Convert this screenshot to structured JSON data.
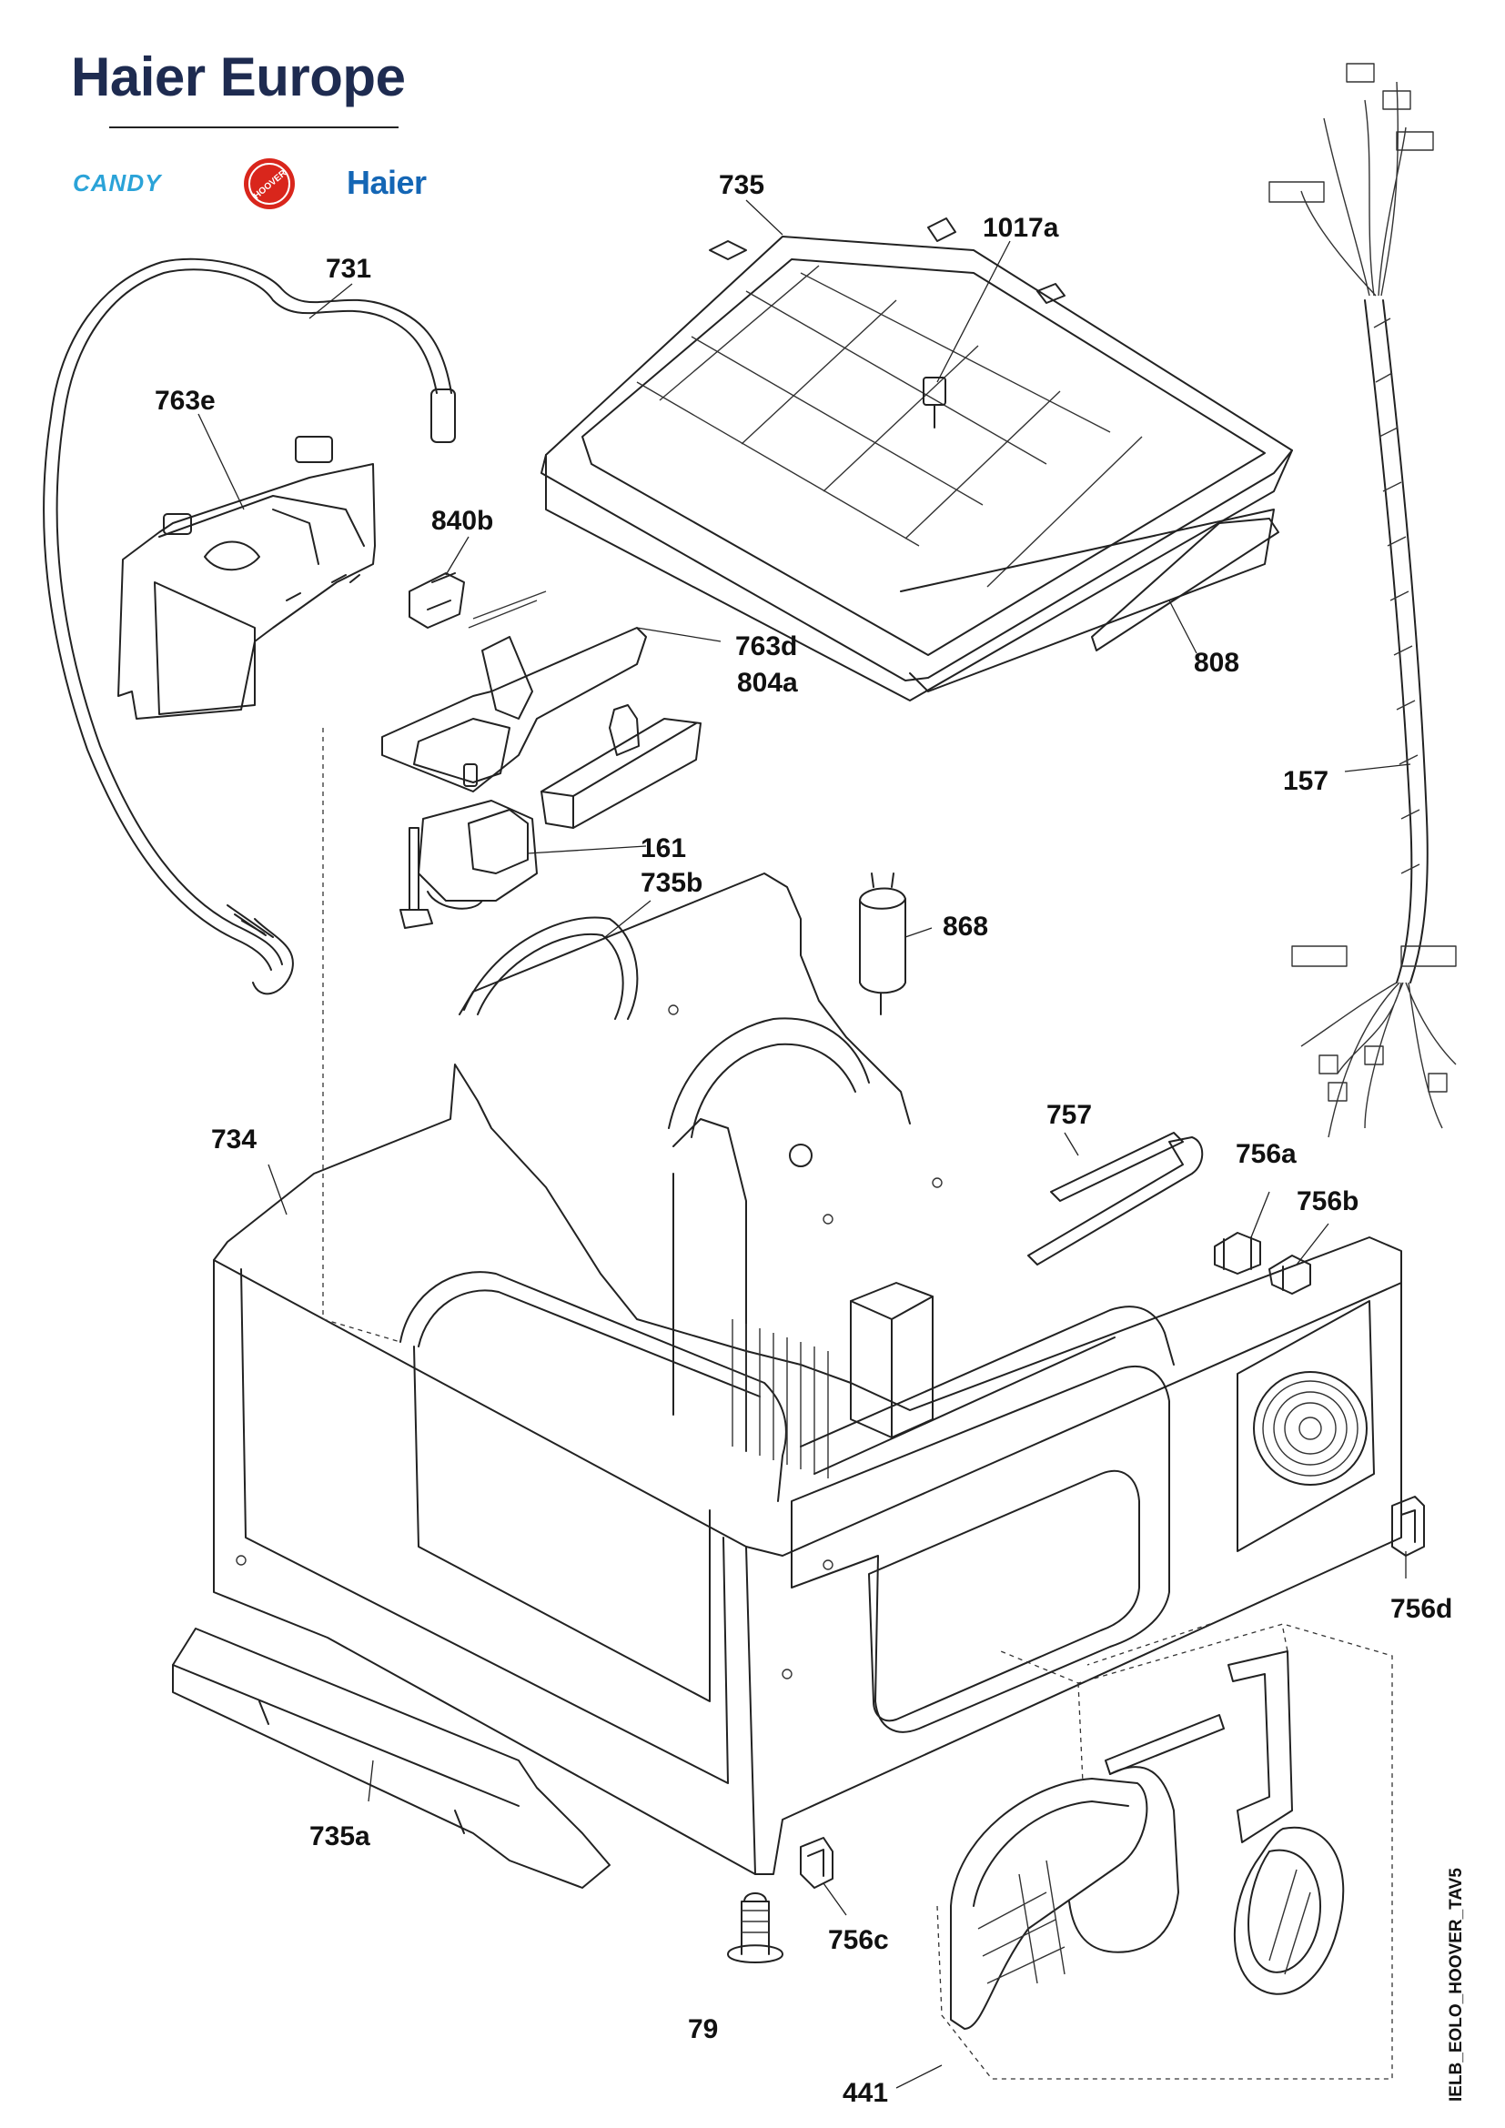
{
  "header": {
    "brand_title": "Haier Europe",
    "logos": {
      "candy": "CANDY",
      "hoover": "HOOVER",
      "haier": "Haier"
    }
  },
  "colors": {
    "brand_navy": "#1e2b50",
    "candy_blue": "#2ba3d8",
    "hoover_red": "#d9261c",
    "haier_blue": "#1466b5"
  },
  "drawing_code": "IELB_EOLO_HOOVER_TAV5",
  "parts": {
    "p731": "731",
    "p735": "735",
    "p1017a": "1017a",
    "p763e": "763e",
    "p840b": "840b",
    "p763d": "763d",
    "p804a": "804a",
    "p808": "808",
    "p157": "157",
    "p161": "161",
    "p735b": "735b",
    "p868": "868",
    "p734": "734",
    "p757": "757",
    "p756a": "756a",
    "p756b": "756b",
    "p756d": "756d",
    "p735a": "735a",
    "p756c": "756c",
    "p79": "79",
    "p441": "441"
  }
}
